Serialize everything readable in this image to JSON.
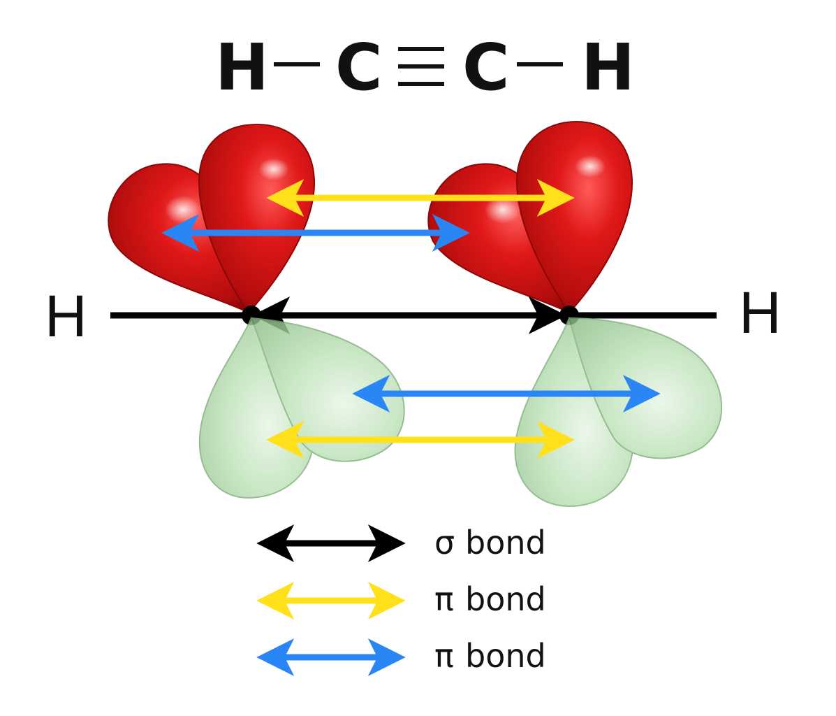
{
  "formula": {
    "atom1": "H",
    "atom2": "C",
    "atom3": "C",
    "atom4": "H"
  },
  "axis_labels": {
    "left": "H",
    "right": "H"
  },
  "legend": [
    {
      "symbol": "σ",
      "text": "bond",
      "color": "#000000"
    },
    {
      "symbol": "π",
      "text": "bond",
      "color": "#FFE01A"
    },
    {
      "symbol": "π",
      "text": "bond",
      "color": "#2A86F5"
    }
  ],
  "colors": {
    "positive_lobe": "#D41414",
    "negative_lobe": "#A9D3A4",
    "sigma_arrow": "#000000",
    "pi_arrow_1": "#FFE01A",
    "pi_arrow_2": "#2A86F5"
  }
}
